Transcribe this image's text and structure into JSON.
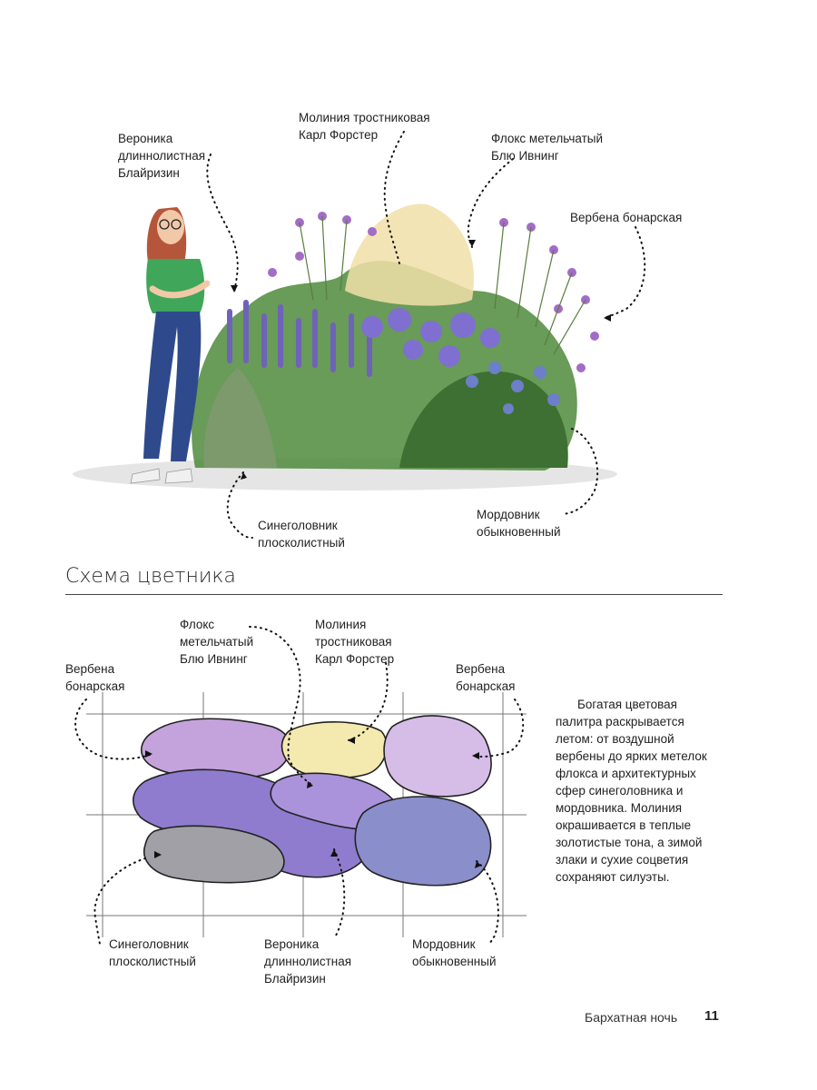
{
  "illustration": {
    "labels": {
      "veronica": "Вероника\nдлиннолистная\nБлайризин",
      "molinia": "Молиния тростниковая\nКарл Форстер",
      "phlox": "Флокс метельчатый\nБлю Ивнинг",
      "verbena": "Вербена бонарская",
      "eryngium": "Синеголовник\nплосколистный",
      "echinops": "Мордовник\nобыкновенный"
    }
  },
  "scheme": {
    "heading": "Схема цветника",
    "labels": {
      "phlox": "Флокс\nметельчатый\nБлю Ивнинг",
      "molinia": "Молиния\nтростниковая\nКарл Форстер",
      "verbena_left": "Вербена\nбонарская",
      "verbena_right": "Вербена\nбонарская",
      "eryngium": "Синеголовник\nплосколистный",
      "veronica": "Вероника\nдлиннолистная\nБлайризин",
      "echinops": "Мордовник\nобыкновенный"
    },
    "description": "Богатая цветовая палитра раскрывается летом: от воздушной вербены до ярких метелок флокса и архитектурных сфер синеголовника и мордовника. Молиния окрашивается в теплые золотистые тона, а зимой злаки и сухие соцветия сохраняют силуэты."
  },
  "footer": {
    "title": "Бархатная ночь",
    "page_number": "11"
  },
  "colors": {
    "verbena": "#c9a6dc",
    "molinia": "#f4eab0",
    "phlox": "#9a84cf",
    "veronica": "#8f7ccf",
    "eryngium": "#9a9aa0",
    "echinops": "#8a8ecb",
    "foliage": "#4f8a3c"
  }
}
